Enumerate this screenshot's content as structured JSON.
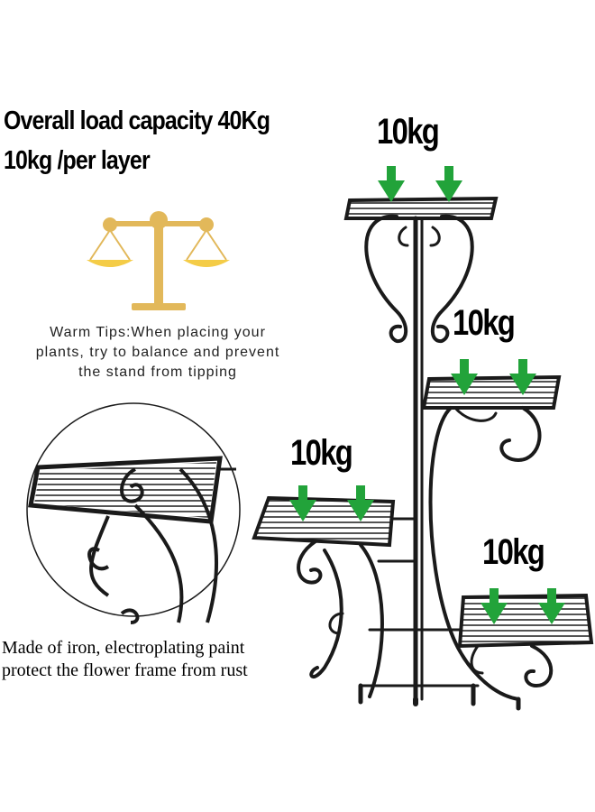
{
  "headline": {
    "line1": "Overall load capacity 40Kg",
    "line2": "10kg /per layer"
  },
  "tips": {
    "line1": "Warm Tips:When placing your",
    "line2": "plants, try to balance and prevent",
    "line3": "the stand from tipping"
  },
  "material_note": {
    "line1": "Made of iron, electroplating paint",
    "line2": "protect the flower frame from rust"
  },
  "layer_loads": {
    "top": "10kg",
    "right": "10kg",
    "left": "10kg",
    "bottom": "10kg"
  },
  "colors": {
    "arrow": "#22a33a",
    "iron": "#1a1a1a",
    "scale_gold": "#e2b85a",
    "scale_pan": "#f4cc47"
  },
  "icons": [
    "balance-scale-icon",
    "down-arrow-icon"
  ]
}
